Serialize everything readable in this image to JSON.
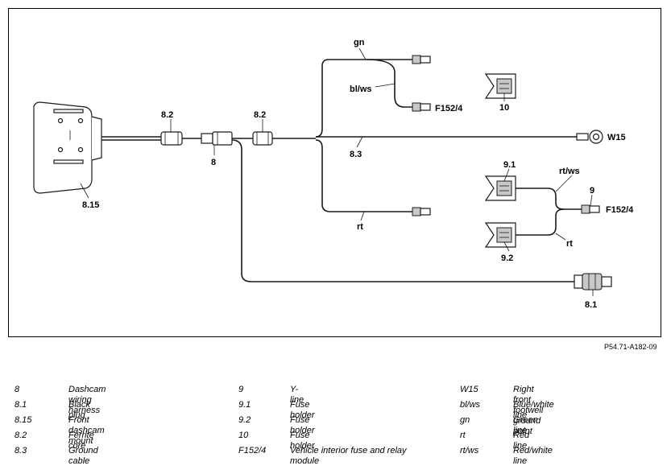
{
  "diagram": {
    "labels": {
      "gn": "gn",
      "blws": "bl/ws",
      "f152_top": "F152/4",
      "ten": "10",
      "eight_two_left": "8.2",
      "eight_two_right": "8.2",
      "eight": "8",
      "eight_three": "8.3",
      "w15": "W15",
      "eight_fifteen": "8.15",
      "nine_one": "9.1",
      "rtws": "rt/ws",
      "nine": "9",
      "f152_right": "F152/4",
      "rt_mid": "rt",
      "rt_right": "rt",
      "nine_two": "9.2",
      "eight_one": "8.1"
    },
    "figure_ref": "P54.71-A182-09"
  },
  "legend": {
    "col1": [
      {
        "key": "8",
        "desc": "Dashcam wiring harness"
      },
      {
        "key": "8.1",
        "desc": "Black plug"
      },
      {
        "key": "8.15",
        "desc": "Front dashcam mount"
      },
      {
        "key": "8.2",
        "desc": "Ferrite core"
      },
      {
        "key": "8.3",
        "desc": "Ground cable"
      }
    ],
    "col2": [
      {
        "key": "9",
        "desc": "Y-line"
      },
      {
        "key": "9.1",
        "desc": "Fuse holder"
      },
      {
        "key": "9.2",
        "desc": "Fuse holder"
      },
      {
        "key": "10",
        "desc": "Fuse holder"
      },
      {
        "key": "F152/4",
        "desc": "Vehicle interior fuse and relay module"
      }
    ],
    "col3": [
      {
        "key": "W15",
        "desc": "Right front footwell ground point"
      },
      {
        "key": "bl/ws",
        "desc": "Blue/white line"
      },
      {
        "key": "gn",
        "desc": "Green line"
      },
      {
        "key": "rt",
        "desc": "Red line"
      },
      {
        "key": "rt/ws",
        "desc": "Red/white line"
      }
    ]
  }
}
